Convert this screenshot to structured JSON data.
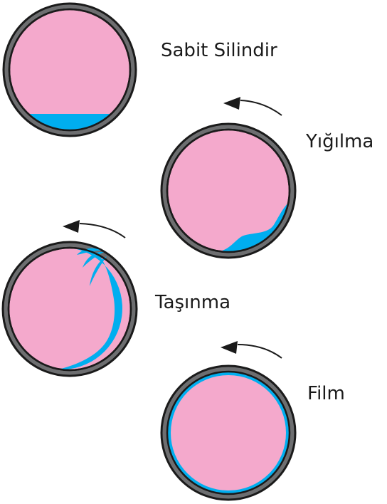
{
  "colors": {
    "rim": "#6d6e70",
    "rim_stroke": "#1a1a1a",
    "powder": "#f4a9cc",
    "liquid": "#00aeef",
    "arrow": "#1a1a1a",
    "text": "#1a1a1a"
  },
  "icons": [
    "rotation-arrow-icon"
  ],
  "stages": [
    {
      "label": "Sabit Silindir",
      "rotating": false
    },
    {
      "label": "Yığılma",
      "rotating": true
    },
    {
      "label": "Taşınma",
      "rotating": true
    },
    {
      "label": "Film",
      "rotating": true
    }
  ]
}
